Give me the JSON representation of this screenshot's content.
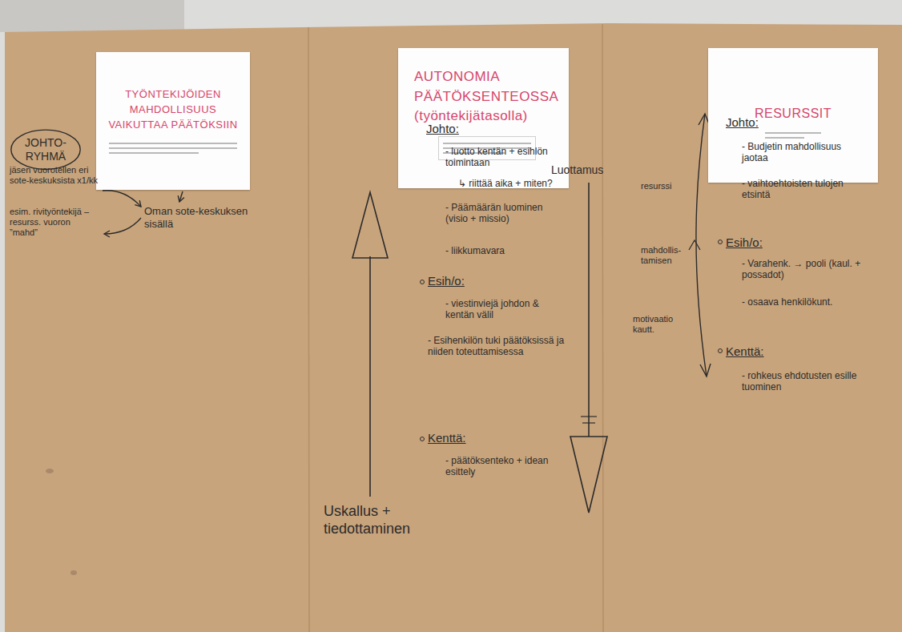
{
  "diagram": {
    "nodes": [
      {
        "text": [
          "TYÖNTEKIJÖIDEN MAHDOLLISUUS VAIKUTTAA PÄÄTÖKSIIN"
        ]
      },
      {
        "text": [
          "AUTONOMIA PÄÄTÖKSENTEOSSA (työntekijätasolla)"
        ]
      },
      {
        "text": [
          "RESURSSIT"
        ]
      },
      {
        "text": [
          "JOHTO-RYHMÄ"
        ]
      }
    ],
    "labels": [
      "jäsen vuorotellen eri sote-keskuksista x1/kk",
      "esim. rivityöntekijä – resurss. vuoron ”mahd”",
      "Oman sote-keskuksen sisällä",
      "Luottamus",
      "Johto:",
      "- luotto kentän + esihlön toimintaan",
      "↳ riittää aika + miten?",
      "- Päämäärän luominen (visio + missio)",
      "- liikkumavara",
      "Esih/o:",
      "- viestinviejä johdon & kentän välil",
      "- Esihenkilön tuki päätöksissä ja niiden toteuttamisessa",
      "Kenttä:",
      "- päätöksenteko + idean esittely",
      "Uskallus + tiedottaminen",
      "Johto:",
      "- Budjetin mahdollisuus jaotaa",
      "- vaihtoehtoisten tulojen etsintä",
      "resurssi",
      "Esih/o:",
      "- Varahenk. → pooli (kaul. + possadot)",
      "- osaava henkilökunt.",
      "mahdollis-tamisen",
      "motivaatio kautt.",
      "Kenttä:",
      "- rohkeus ehdotusten esille tuominen"
    ]
  }
}
